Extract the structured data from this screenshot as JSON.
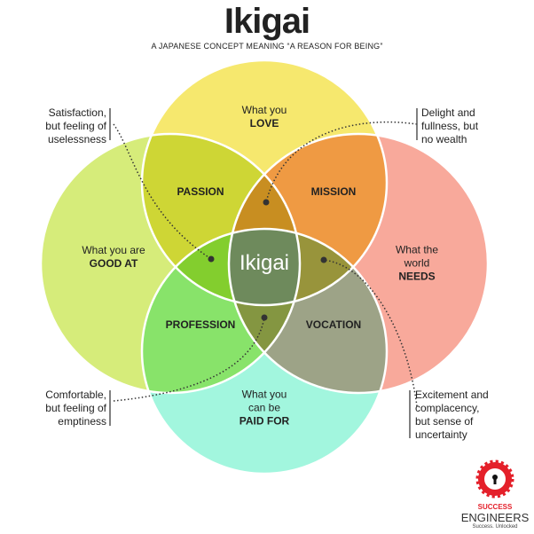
{
  "title": "Ikigai",
  "subtitle": "A JAPANESE CONCEPT MEANING “A REASON FOR BEING”",
  "circles": {
    "love": {
      "line1": "What you",
      "line2": "LOVE",
      "color": "#f6e86e"
    },
    "good_at": {
      "line1": "What you are",
      "line2": "GOOD AT",
      "color": "#d6ec7a"
    },
    "needs": {
      "line1": "What the",
      "line1b": "world",
      "line2": "NEEDS",
      "color": "#f8a99b"
    },
    "paid_for": {
      "line1": "What you",
      "line1b": "can be",
      "line2": "PAID FOR",
      "color": "#a2f6de"
    }
  },
  "regions": {
    "passion": "PASSION",
    "mission": "MISSION",
    "profession": "PROFESSION",
    "vocation": "VOCATION",
    "center": "Ikigai"
  },
  "notes": {
    "top_left": [
      "Satisfaction,",
      "but feeling of",
      "uselessness"
    ],
    "top_right": [
      "Delight and",
      "fullness, but",
      "no wealth"
    ],
    "bottom_left": [
      "Comfortable,",
      "but feeling of",
      "emptiness"
    ],
    "bottom_right": [
      "Excitement and",
      "complacency,",
      "but sense of",
      "uncertainty"
    ]
  },
  "logo": {
    "brand_top": "SUCCESS",
    "brand_bottom": "ENGINEERS",
    "tagline": "Success. Unlocked",
    "color": "#e4202a"
  }
}
